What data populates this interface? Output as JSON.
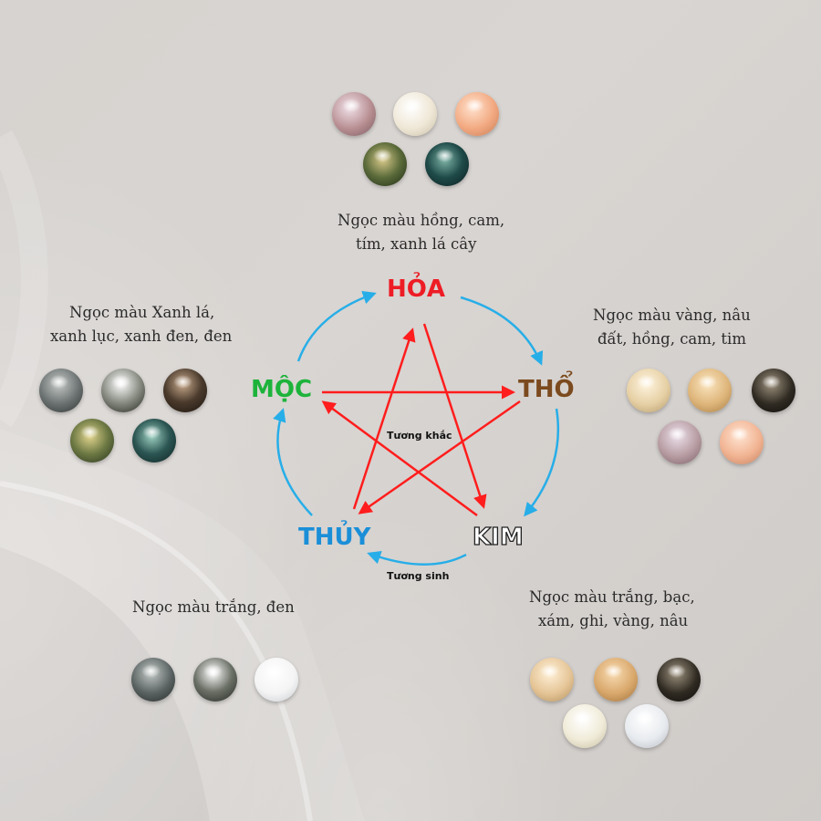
{
  "diagram": {
    "elements": [
      {
        "id": "hoa",
        "label": "HỎA",
        "color": "#ee1c25"
      },
      {
        "id": "tho",
        "label": "THỔ",
        "color": "#7b4a1e"
      },
      {
        "id": "kim",
        "label": "KIM",
        "color": "#ffffff"
      },
      {
        "id": "thuy",
        "label": "THỦY",
        "color": "#1a8fd8"
      },
      {
        "id": "moc",
        "label": "MỘC",
        "color": "#1db33b"
      }
    ],
    "center_label": "Tương khắc",
    "cycle_label": "Tương sinh",
    "generating_color": "#27aee8",
    "controlling_color": "#ff1d1d"
  },
  "groups": {
    "hoa": {
      "caption_line1": "Ngọc màu hồng, cam,",
      "caption_line2": "tím, xanh lá cây",
      "pearls": [
        "#b88f93",
        "#efe7d6",
        "#f2a981",
        "#5b6b3a",
        "#1e4a48"
      ]
    },
    "moc": {
      "caption_line1": "Ngọc màu Xanh lá,",
      "caption_line2": "xanh lục, xanh đen, đen",
      "pearls": [
        "#69706f",
        "#8a8e84",
        "#4a3a2c",
        "#6e7a44",
        "#2b5552"
      ]
    },
    "tho": {
      "caption_line1": "Ngọc màu vàng, nâu",
      "caption_line2": "đất, hồng, cam, tim",
      "pearls": [
        "#e6d0a5",
        "#deb57a",
        "#2f2a22",
        "#b79ca2",
        "#f1b493"
      ]
    },
    "thuy": {
      "caption_line1": "Ngọc màu trắng, đen",
      "pearls": [
        "#596261",
        "#6d7268",
        "#f4f4f4"
      ]
    },
    "kim": {
      "caption_line1": "Ngọc màu trắng, bạc,",
      "caption_line2": "xám, ghi, vàng, nâu",
      "pearls": [
        "#e5c597",
        "#d9a86c",
        "#2f2a22",
        "#f0ebd8",
        "#e8ebef"
      ]
    }
  }
}
